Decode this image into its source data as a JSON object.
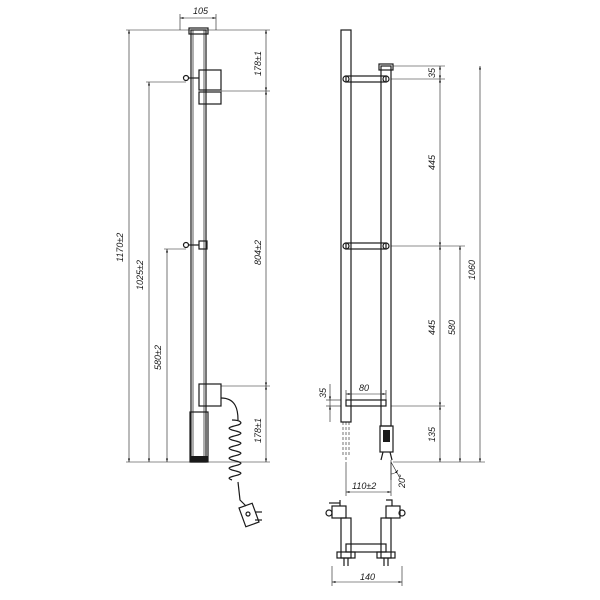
{
  "drawing": {
    "front": {
      "width_top": "105",
      "height_total": "1170±2",
      "height_lower_mount": "1025±2",
      "height_mid_mount": "580±2",
      "top_segment": "178±1",
      "mid_segment": "804±2",
      "bottom_segment": "178±1"
    },
    "side": {
      "top_gap": "35",
      "upper_span": "445",
      "lower_span": "445",
      "total_height": "1060",
      "mid_height": "580",
      "bottom_offset": "135",
      "bottom_gap": "35",
      "depth": "80",
      "wall_offset": "110±2",
      "angle": "20°"
    },
    "plan": {
      "width": "140"
    }
  }
}
